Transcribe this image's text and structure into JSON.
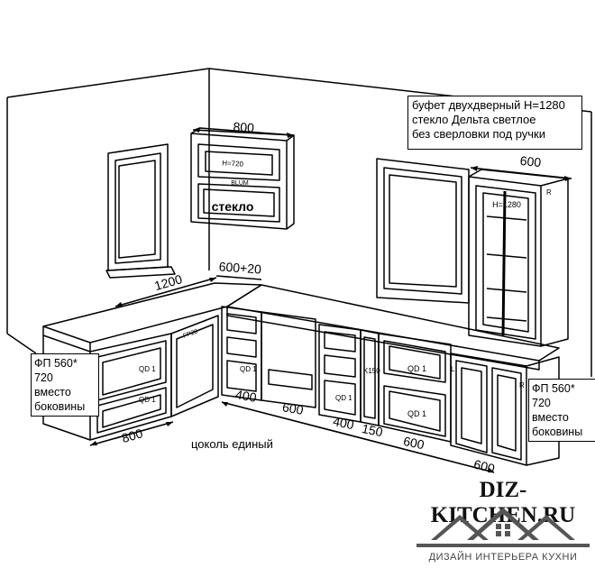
{
  "notes": {
    "buffet": [
      "буфет двухдверный H=1280",
      "стекло Дельта светлое",
      "без сверловки под ручки"
    ],
    "left_side": [
      "ФП 560*",
      "720",
      "вместо",
      "боковины"
    ],
    "right_side": [
      "ФП 560*",
      "720",
      "вместо",
      "боковины"
    ],
    "plinth": "цоколь единый",
    "glass": "стекло"
  },
  "dimensions": {
    "upper_cabinet": "800",
    "buffet_width": "600",
    "worktop_left": "1200",
    "worktop_corner": "600+20",
    "base_left": "800",
    "base_400a": "400",
    "base_600a": "600",
    "base_400b": "400",
    "base_150": "150",
    "base_600b": "600",
    "base_600c": "600"
  },
  "labels": {
    "h720": "H=720",
    "blum": "BLUM",
    "h1280": "H=1280",
    "qd1": "QD 1",
    "k150": "K150",
    "r": "R",
    "l": "L",
    "fp20": "FP20"
  },
  "logo": {
    "site": "DIZ-KITCHEN.RU",
    "tagline": "ДИЗАЙН ИНТЕРЬЕРА КУХНИ",
    "color": "#555555"
  }
}
